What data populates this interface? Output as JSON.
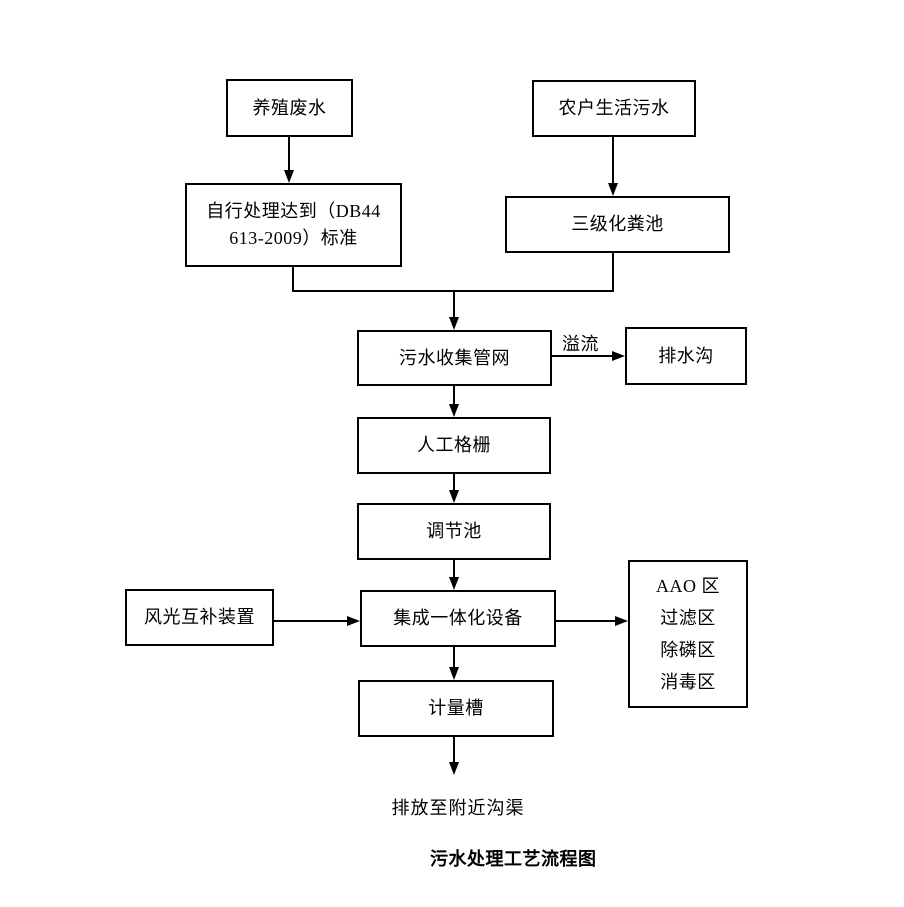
{
  "diagram": {
    "caption": "污水处理工艺流程图",
    "nodes": {
      "breeding_wastewater": "养殖废水",
      "household_sewage": "农户生活污水",
      "self_treatment_line1": "自行处理达到（DB44",
      "self_treatment_line2": "613-2009）标准",
      "septic_tank": "三级化粪池",
      "collection_network": "污水收集管网",
      "drainage_ditch": "排水沟",
      "bar_screen": "人工格栅",
      "regulating_tank": "调节池",
      "wind_solar_device": "风光互补装置",
      "integrated_equipment": "集成一体化设备",
      "metering_flume": "计量槽",
      "zones": [
        "AAO 区",
        "过滤区",
        "除磷区",
        "消毒区"
      ],
      "discharge": "排放至附近沟渠"
    },
    "edge_labels": {
      "overflow": "溢流"
    },
    "colors": {
      "line": "#000000",
      "background": "#ffffff",
      "text": "#000000"
    }
  }
}
